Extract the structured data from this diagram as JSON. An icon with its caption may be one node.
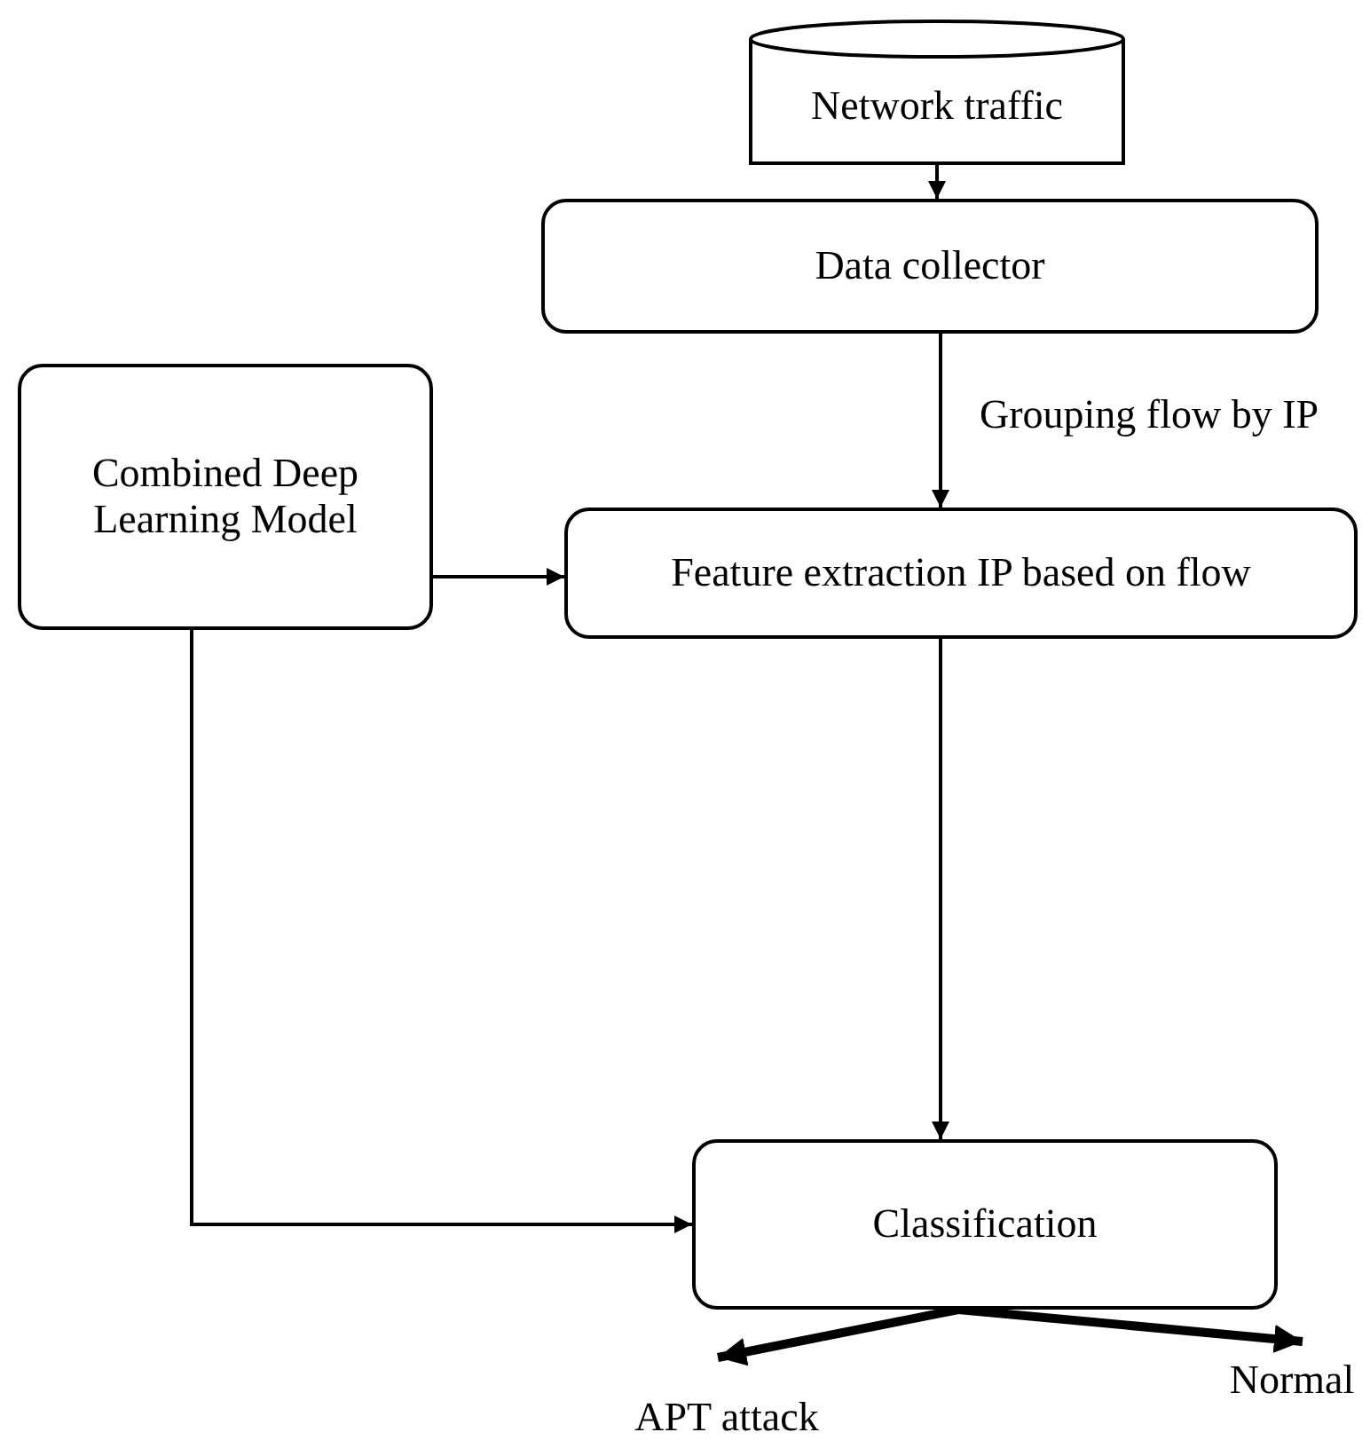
{
  "diagram": {
    "nodes": [
      {
        "text": [
          "Network traffic"
        ]
      },
      {
        "text": [
          "Data collector"
        ]
      },
      {
        "text": [
          "Combined Deep Learning Model"
        ]
      },
      {
        "text": [
          "Feature extraction IP based on flow"
        ]
      },
      {
        "text": [
          "Classification"
        ]
      },
      {
        "text": [
          "APT attack"
        ]
      },
      {
        "text": [
          "Normal"
        ]
      }
    ],
    "edges": [
      {
        "from": 0,
        "to": 1,
        "arrow": "to"
      },
      {
        "from": 1,
        "to": 3,
        "arrow": "to",
        "label": "Grouping flow by IP"
      },
      {
        "from": 2,
        "to": 3,
        "arrow": "to"
      },
      {
        "from": 2,
        "to": 4,
        "arrow": "to"
      },
      {
        "from": 3,
        "to": 4,
        "arrow": "to"
      },
      {
        "from": 4,
        "to": 5,
        "arrow": "to",
        "style": "thick"
      },
      {
        "from": 4,
        "to": 6,
        "arrow": "to",
        "style": "thick"
      }
    ]
  }
}
